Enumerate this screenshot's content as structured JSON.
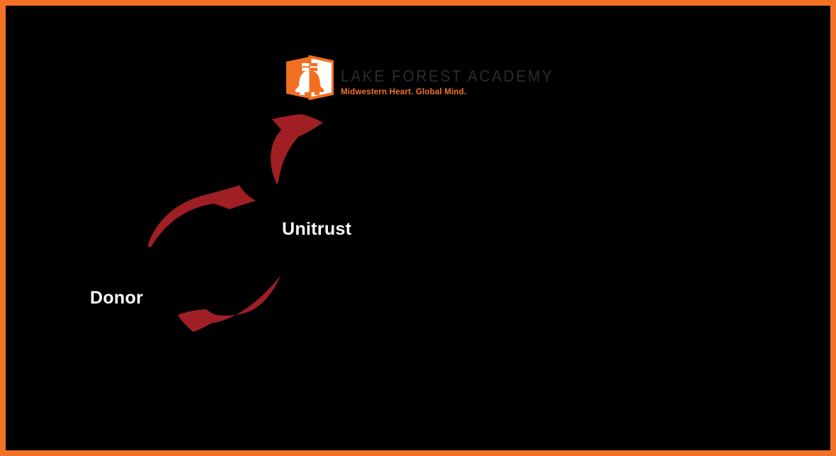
{
  "theme": {
    "frame_border_color": "#F37225",
    "background_color": "#000000",
    "arrow_color": "#A01F24",
    "logo_icon_color": "#F26F21",
    "logo_title_color": "#2E2A2D",
    "logo_tagline_color": "#F2752B",
    "label_color": "#FFFFFF"
  },
  "logo": {
    "title": "LAKE FOREST ACADEMY",
    "tagline": "Midwestern Heart. Global Mind."
  },
  "diagram": {
    "type": "flow-cycle",
    "nodes": [
      {
        "id": "donor",
        "label": "Donor"
      },
      {
        "id": "unitrust",
        "label": "Unitrust"
      },
      {
        "id": "academy",
        "label": "LAKE FOREST ACADEMY"
      }
    ],
    "edges": [
      {
        "from": "donor",
        "to": "unitrust",
        "style": "curved-arrow-up-right"
      },
      {
        "from": "unitrust",
        "to": "donor",
        "style": "curved-arrow-down-left"
      },
      {
        "from": "unitrust",
        "to": "academy",
        "style": "curved-arrow-up"
      }
    ]
  }
}
